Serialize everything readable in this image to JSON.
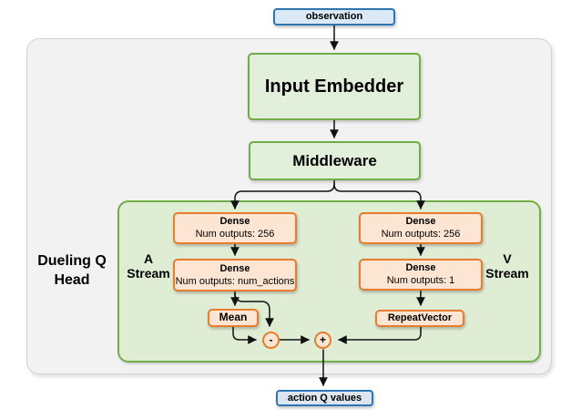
{
  "colors": {
    "io_border": "#2e75b6",
    "io_fill": "#dbe9f6",
    "io_out_fill": "#dde6f0",
    "green_border": "#70ad47",
    "green_fill": "#e2efda",
    "green_panel": "#e0edd5",
    "orange_border": "#e87d2e",
    "orange_fill": "#fce6d3",
    "container_fill": "#f2f2f2",
    "container_border": "#d2d2d2",
    "arrow": "#111111"
  },
  "diagram": {
    "input_label": "observation",
    "output_label": "action Q values",
    "input_embedder": "Input Embedder",
    "middleware": "Middleware",
    "head": {
      "label_1": "Dueling Q",
      "label_2": "Head"
    },
    "a_stream": {
      "label_1": "A",
      "label_2": "Stream",
      "dense1_title": "Dense",
      "dense1_sub": "Num outputs: 256",
      "dense2_title": "Dense",
      "dense2_sub": "Num outputs: num_actions",
      "mean_label": "Mean",
      "op": "-"
    },
    "v_stream": {
      "label_1": "V",
      "label_2": "Stream",
      "dense1_title": "Dense",
      "dense1_sub": "Num outputs: 256",
      "dense2_title": "Dense",
      "dense2_sub": "Num outputs: 1",
      "repeat_label": "RepeatVector",
      "op": "+"
    }
  }
}
